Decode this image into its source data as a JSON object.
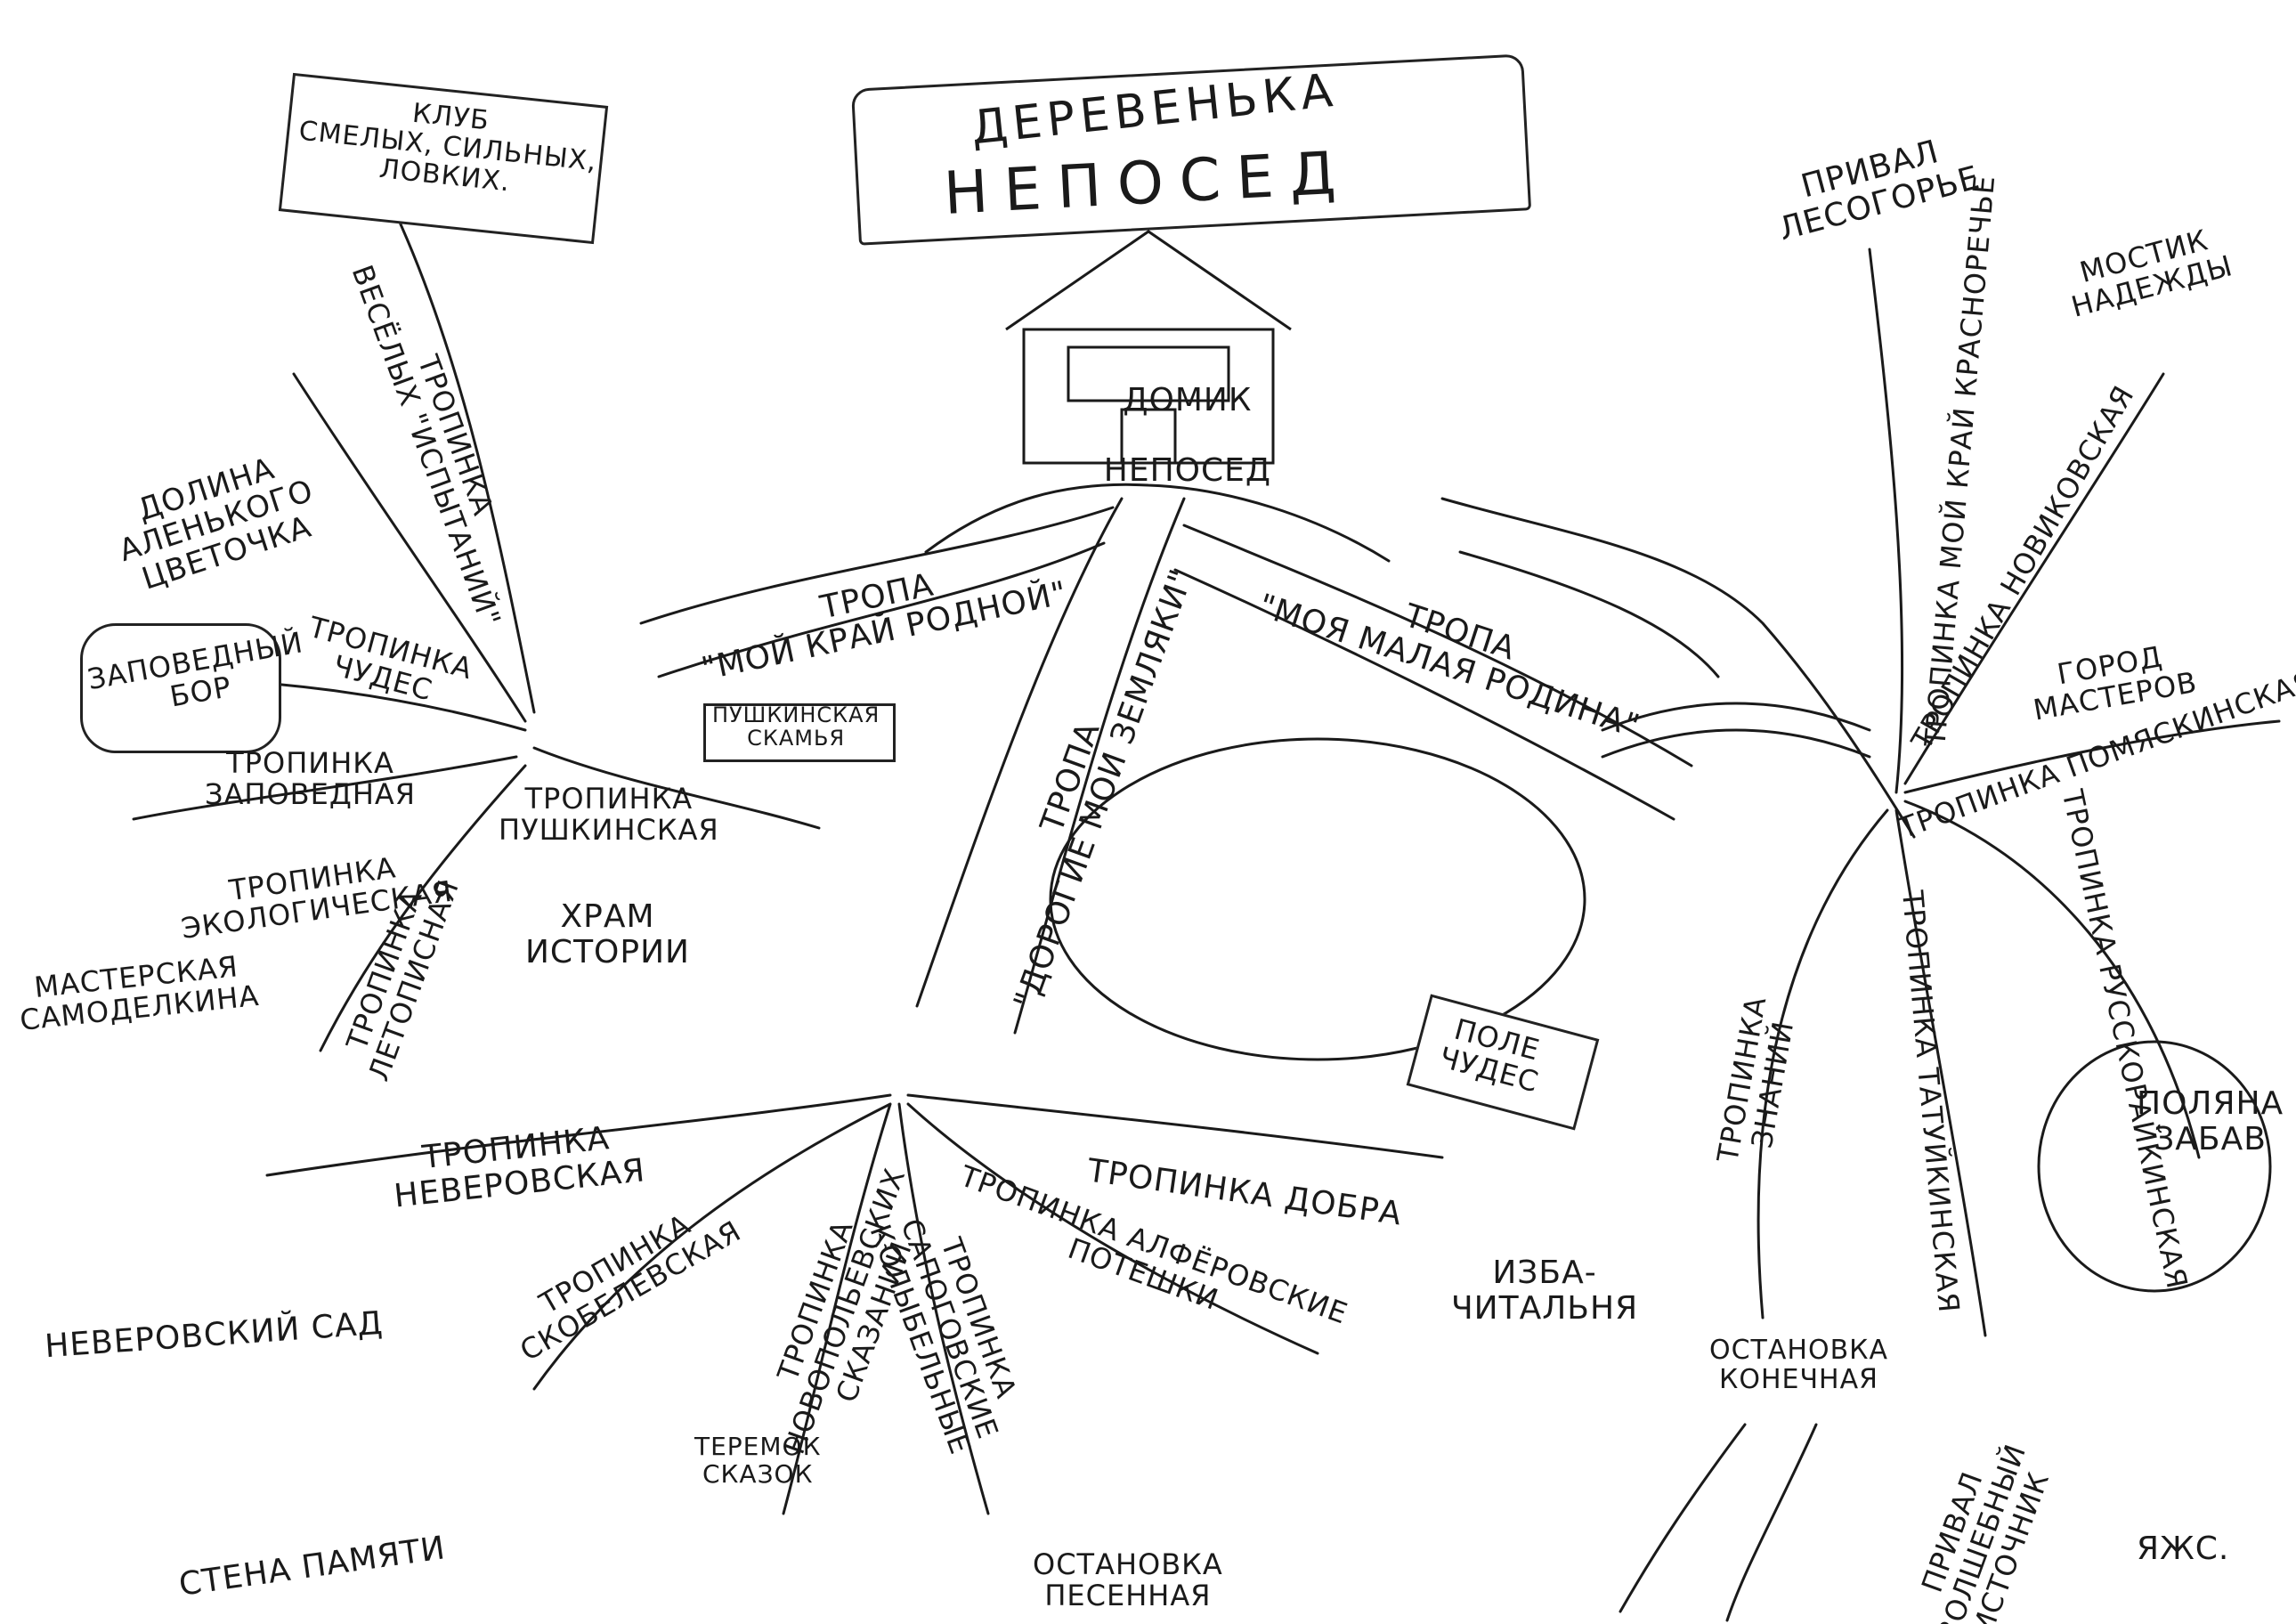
{
  "title": {
    "line1": "ДЕРЕВЕНЬКА",
    "line2": "НЕПОСЕД"
  },
  "center_house": {
    "line1": "ДОМИК",
    "line2": "НЕПОСЕД"
  },
  "signs": {
    "club": "КЛУБ\nСМЕЛЫХ, СИЛЬНЫХ,\nЛОВКИХ.",
    "zapovedny_bor": "ЗАПОВЕДНЫЙ\nБОР",
    "pushkin_bench": "ПУШКИНСКАЯ\nСКАМЬЯ",
    "pole_chudes": "ПОЛЕ\nЧУДЕС",
    "most_nadezhdy": "МОСТИК\nНАДЕЖДЫ"
  },
  "places": {
    "dolina": "ДОЛИНА\nАЛЕНЬКОГО\nЦВЕТОЧКА",
    "khram": "ХРАМ\nИСТОРИИ",
    "masterskaya": "МАСТЕРСКАЯ\nСАМОДЕЛКИНА",
    "neverovsky_sad": "НЕВЕРОВСКИЙ САД",
    "stena": "СТЕНА ПАМЯТИ",
    "teremok": "ТЕРЕМОК\nСКАЗОК",
    "ostanovka_pesennaya": "ОСТАНОВКА\nПЕСЕННАЯ",
    "izba": "ИЗБА-\nЧИТАЛЬНЯ",
    "ostanovka_konechnaya": "ОСТАНОВКА\nКОНЕЧНАЯ",
    "privaL_istochnik": "ПРИВАЛ\nВОЛШЕБНЫЙ\nИСТОЧНИК",
    "polyana": "ПОЛЯНА\nЗАБАВ",
    "gorod_masterov": "ГОРОД\nМАСТЕРОВ",
    "privaL_lesogorye": "ПРИВАЛ\nЛЕСОГОРЬЕ"
  },
  "paths": {
    "veselyh": "ТРОПИНКА\nВЕСЁЛЫХ \"ИСПЫТАНИЙ\"",
    "chudes": "ТРОПИНКА\nЧУДЕС",
    "zapovednaya": "ТРОПИНКА\nЗАПОВЕДНАЯ",
    "pushkinskaya": "ТРОПИНКА\nПУШКИНСКАЯ",
    "ekologicheskaya": "ТРОПИНКА\nЭКОЛОГИЧЕСКАЯ",
    "letopisnaya": "ТРОПИНКА\nЛЕТОПИСНАЯ",
    "moi_krai": "ТРОПА\n\"МОЙ КРАЙ РОДНОЙ\"",
    "zemlyaki": "ТРОПА\n\"ДОРОГИЕ МОИ ЗЕМЛЯКИ\"",
    "malaya_rodina": "ТРОПА\n\"МОЯ МАЛАЯ РОДИНА\"",
    "neverovskaya": "ТРОПИНКА\nНЕВЕРОВСКАЯ",
    "skobelevskaya": "ТРОПИНКА\nСКОБЕЛЕВСКАЯ",
    "novopolyevskih": "ТРОПИНКА\nНОВОПОЛЬЕВСКИХ\nСКАЗАНИЙ",
    "sapogovskie": "ТРОПИНКА\nСАПОГОВСКИЕ\nКОЛЫБЕЛЬНЫЕ",
    "alferovskie": "ТРОПИНКА АЛФЁРОВСКИЕ\nПОТЕШКИ",
    "dobra": "ТРОПИНКА ДОБРА",
    "znaniy": "ТРОПИНКА\nЗНАНИЙ",
    "tatuaykinskaya": "ТРОПИНКА ТАТУЙКИНСКАЯ",
    "russkoraykinskaya": "ТРОПИНКА РУССКОРАЙКИНСКАЯ",
    "pomyaskinskaya": "ТРОПИНКА ПОМЯСКИНСКАЯ",
    "novikovskaya": "ТРОПИНКА НОВИКОВСКАЯ",
    "krasnorechye": "ТРОПИНКА МОЙ КРАЙ КРАСНОРЕЧЬЕ"
  },
  "signature": "ЯЖС."
}
